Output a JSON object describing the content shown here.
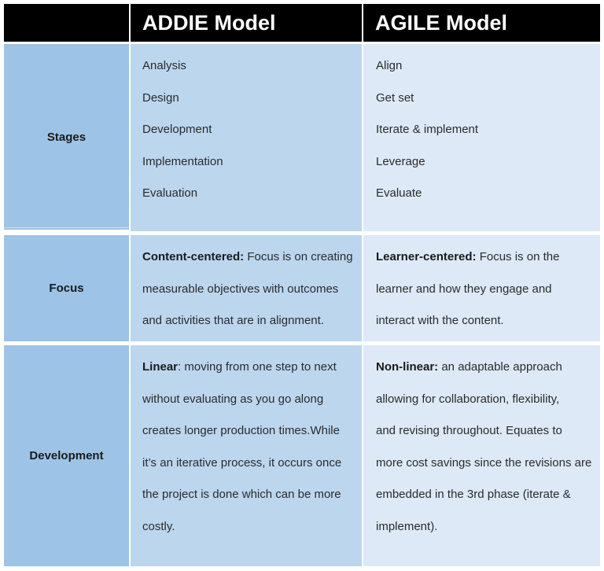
{
  "headers": {
    "addie": "ADDIE Model",
    "agile": "AGILE Model"
  },
  "rows": {
    "stages": {
      "label": "Stages",
      "addie": [
        "Analysis",
        "Design",
        "Development",
        "Implementation",
        "Evaluation"
      ],
      "agile": [
        "Align",
        "Get set",
        "Iterate & implement",
        "Leverage",
        "Evaluate"
      ]
    },
    "focus": {
      "label": "Focus",
      "addie": {
        "lead": "Content-centered:",
        "lines": [
          " Focus is on creating",
          "measurable objectives with outcomes",
          "and activities that are in alignment."
        ]
      },
      "agile": {
        "lead": "Learner-centered:",
        "lines": [
          " Focus is on the",
          "learner and how they engage and",
          "interact with the content."
        ]
      }
    },
    "development": {
      "label": "Development",
      "addie": {
        "lead": "Linear",
        "lines": [
          ": moving from one step to next",
          "without evaluating as you go along",
          "creates longer production times.While",
          "it’s an iterative process, it occurs once",
          "the project is done which can be more",
          "costly."
        ]
      },
      "agile": {
        "lead": "Non-linear:",
        "lines": [
          " an adaptable approach",
          "allowing for collaboration, flexibility,",
          "and revising throughout. Equates to",
          "more cost savings since the revisions are",
          "embedded in the 3rd phase (iterate &",
          "implement)."
        ]
      }
    }
  },
  "colors": {
    "header_bg": "#000000",
    "label_bg": "#9dc3e6",
    "addie_bg": "#bcd6ee",
    "agile_bg": "#dde9f6"
  }
}
